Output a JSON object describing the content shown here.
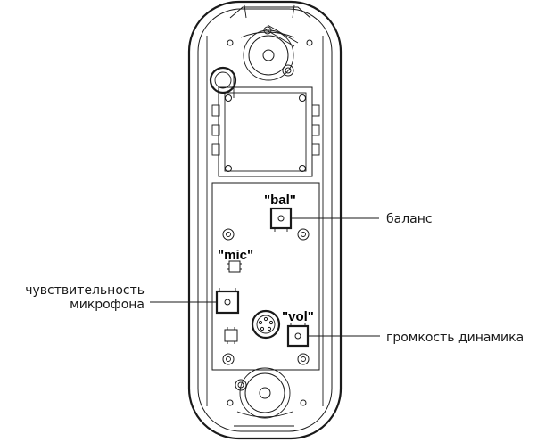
{
  "labels": {
    "bal_code": "\"bal\"",
    "mic_code": "\"mic\"",
    "vol_code": "\"vol\"",
    "balance": "баланс",
    "mic_sensitivity_line1": "чувствительность",
    "mic_sensitivity_line2": "микрофона",
    "speaker_volume": "громкость динамика"
  }
}
